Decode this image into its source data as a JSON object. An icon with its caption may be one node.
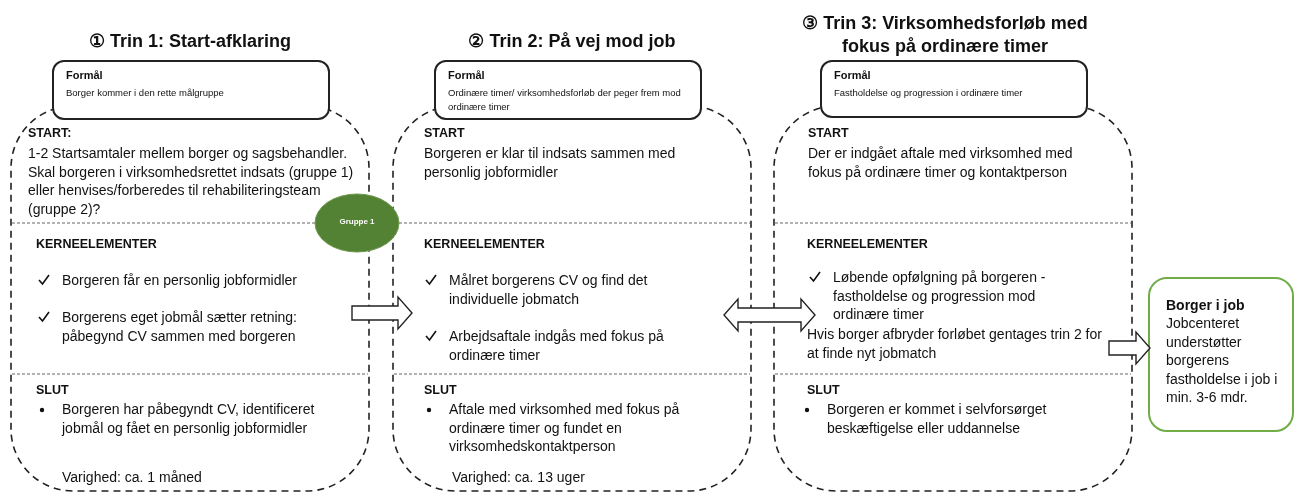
{
  "diagram": {
    "nodes": [
      {
        "text": [
          "START:",
          "1-2 Startsamtaler mellem borger og sagsbehandler. Skal borgeren i virksomhedsrettet indsats (gruppe 1) eller henvises/forberedes til rehabiliteringsteam (gruppe 2)?",
          "KERNEELEMENTER",
          "Borgeren får en personlig jobformidler",
          "Borgerens eget jobmål sætter retning: påbegynd CV sammen med borgeren",
          "SLUT",
          "Borgeren har påbegyndt CV, identificeret jobmål og fået en personlig jobformidler",
          "Varighed: ca. 1 måned"
        ]
      },
      {
        "text": [
          "Formål",
          "Borger kommer i den rette målgruppe"
        ]
      },
      {
        "text": [
          "START",
          "Borgeren er klar til indsats sammen med personlig jobformidler",
          "KERNEELEMENTER",
          "Målret borgerens CV og find det individuelle jobmatch",
          "Arbejdsaftale indgås med fokus på ordinære timer",
          "SLUT",
          "Aftale med virksomhed med fokus på ordinære timer og fundet en virksomhedskontaktperson",
          "Varighed: ca. 13 uger"
        ]
      },
      {
        "text": [
          "Formål",
          "Ordinære timer/ virksomhedsforløb der peger frem mod ordinære timer"
        ]
      },
      {
        "text": [
          "START",
          "Der er indgået aftale med virksomhed med fokus på ordinære timer og kontaktperson",
          "KERNEELEMENTER",
          "Løbende opfølgning på borgeren - fastholdelse og progression mod ordinære timer",
          "Hvis borger afbryder forløbet gentages trin 2 for at finde nyt jobmatch",
          "SLUT",
          "Borgeren er kommet i selvforsørget beskæftigelse eller uddannelse"
        ]
      },
      {
        "text": [
          "Formål",
          "Fastholdelse og progression i ordinære timer"
        ]
      },
      {
        "text": [
          "Gruppe 1"
        ]
      },
      {
        "text": [
          "Borger i job",
          "Jobcenteret understøtter borgerens fastholdelse i job i min. 3-6 mdr."
        ]
      }
    ],
    "edges": [
      {
        "from": 0,
        "to": 2,
        "arrow": "to"
      },
      {
        "from": 2,
        "to": 4,
        "arrow": "both"
      },
      {
        "from": 4,
        "to": 7,
        "arrow": "to"
      }
    ],
    "labels": [
      "① Trin 1: Start-afklaring",
      "② Trin 2: På vej mod job",
      "③ Trin 3: Virksomhedsforløb med fokus på ordinære timer"
    ]
  }
}
